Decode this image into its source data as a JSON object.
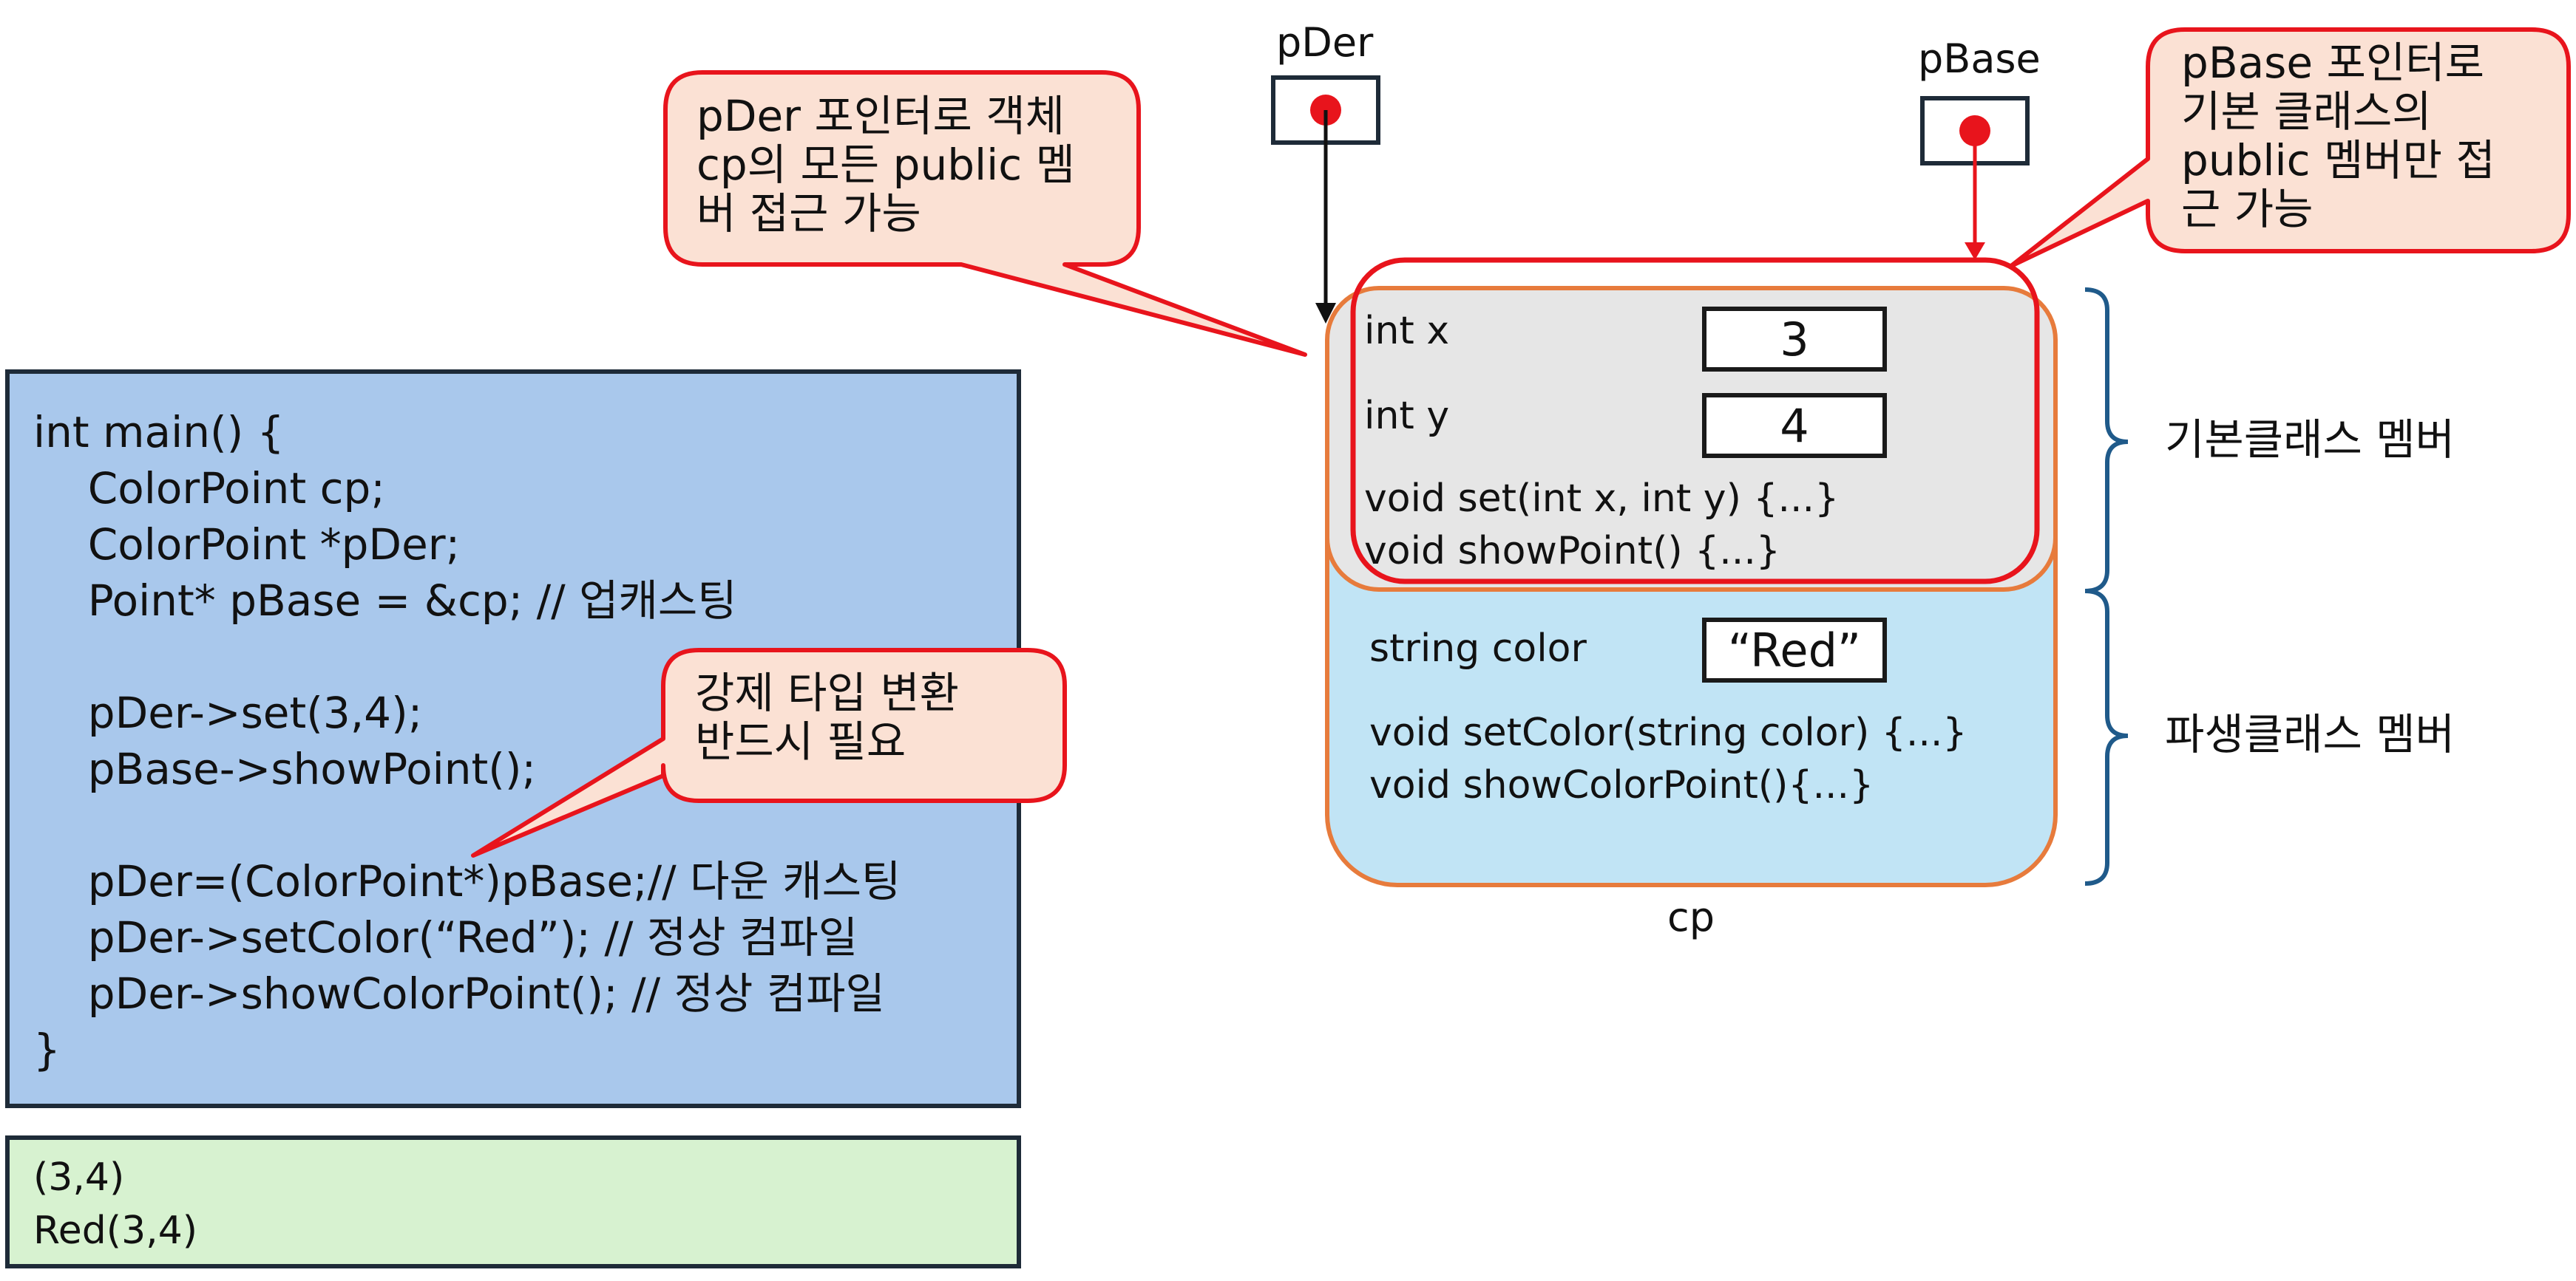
{
  "code": {
    "lines": [
      "int main() {",
      "    ColorPoint cp;",
      "    ColorPoint *pDer;",
      "    Point* pBase = &cp; // 업캐스팅",
      "",
      "    pDer->set(3,4);",
      "    pBase->showPoint();",
      "",
      "    pDer=(ColorPoint*)pBase;// 다운 캐스팅",
      "    pDer->setColor(“Red”); // 정상 컴파일",
      "    pDer->showColorPoint(); // 정상 컴파일",
      "}"
    ]
  },
  "output": {
    "lines": [
      "(3,4)",
      "Red(3,4)"
    ]
  },
  "callouts": {
    "pder_access": "pDer 포인터로 객체\ncp의 모든 public 멤\n버 접근 가능",
    "pbase_access": "pBase 포인터로\n기본 클래스의\npublic 멤버만 접\n근 가능",
    "cast_required": "강제 타입 변환\n반드시 필요"
  },
  "pointers": {
    "pder": "pDer",
    "pbase": "pBase"
  },
  "object": {
    "name": "cp",
    "base_members": {
      "x_label": "int x",
      "x_value": "3",
      "y_label": "int y",
      "y_value": "4",
      "set_method": "void set(int x, int y) {...}",
      "show_method": "void showPoint() {...}"
    },
    "derived_members": {
      "color_label": "string color",
      "color_value": "“Red”",
      "setcolor_method": "void setColor(string color) {...}",
      "showcolor_method": "void showColorPoint(){...}"
    }
  },
  "braces": {
    "base_label": "기본클래스 멤버",
    "derived_label": "파생클래스 멤버"
  },
  "colors": {
    "code_bg": "#a9c8ec",
    "output_bg": "#d7f2d0",
    "callout_fill": "#fbe1d4",
    "callout_stroke": "#e8141c",
    "object_bg": "#c1e4f5",
    "base_bg": "#e6e6e6",
    "object_border": "#e77b3c",
    "brace": "#1f5a8a"
  }
}
